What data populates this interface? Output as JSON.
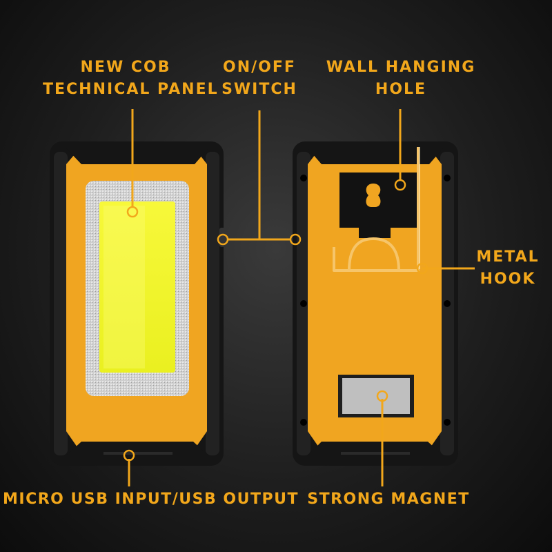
{
  "labels": {
    "cob_panel": [
      "NEW COB",
      "TECHNICAL PANEL"
    ],
    "switch": [
      "ON/OFF",
      "SWITCH"
    ],
    "wall_hole": [
      "WALL HANGING",
      "HOLE"
    ],
    "metal_hook": [
      "METAL",
      "HOOK"
    ],
    "usb": "MICRO USB INPUT/USB OUTPUT",
    "magnet": "STRONG MAGNET"
  },
  "colors": {
    "accent": "#f2a71b",
    "body_yellow": "#f0a521",
    "body_black": "#151515",
    "cob_light": "#f4f52a"
  }
}
